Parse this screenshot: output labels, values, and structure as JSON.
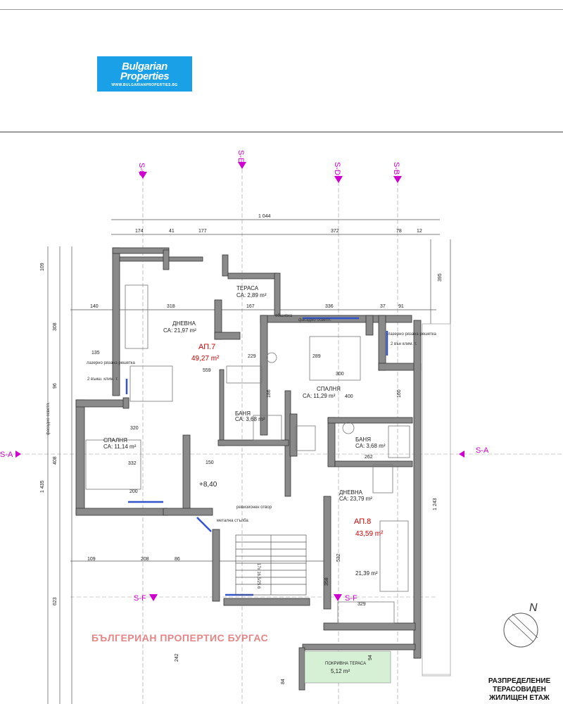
{
  "logo": {
    "line1": "Bulgarian",
    "line2": "Properties",
    "url": "WWW.BULGARIANPROPERTIES.BG"
  },
  "watermark": "БЪЛГЕРИАН ПРОПЕРТИС БУРГАС",
  "caption": {
    "line1": "РАЗПРЕДЕЛЕНИЕ",
    "line2": "ТЕРАСОВИДЕН",
    "line3": "ЖИЛИЩЕН ЕТАЖ"
  },
  "north": "N",
  "sections": {
    "sc": "S-C",
    "se": "S-E",
    "sd": "S-D",
    "sb": "S-B",
    "sa_left": "S-A",
    "sa_right": "S-A",
    "sf_left": "S-F",
    "sf_right": "S-F"
  },
  "apartments": {
    "ap7_label": "АП.7",
    "ap7_area": "49,27 m²",
    "ap8_label": "АП.8",
    "ap8_area": "43,59 m²"
  },
  "rooms": {
    "terasa_name": "ТЕРАСА",
    "terasa_area": "СА: 2,89 m²",
    "dnevna7_name": "ДНЕВНА",
    "dnevna7_area": "СА: 21,97 m²",
    "spalnya8_name": "СПАЛНЯ",
    "spalnya8_area": "СА: 11,29 m²",
    "banya7_name": "БАНЯ",
    "banya7_area": "СА: 3,68 m²",
    "spalnya7_name": "СПАЛНЯ",
    "spalnya7_area": "СА: 11,14 m²",
    "banya8_name": "БАНЯ",
    "banya8_area": "СА: 3,68 m²",
    "dnevna8_name": "ДНЕВНА",
    "dnevna8_area": "СА: 23,79 m²",
    "pokrivna_name": "ПОКРИВНА ТЕРАСА",
    "pokrivna_area": "5,12 m²",
    "extra_area": "21,39 m²",
    "level": "+8,40",
    "revision": "ревизионен отвор",
    "metal_stair": "метална стълба",
    "facade_light_1": "фасадно осветл.",
    "facade_light_2": "фасадно осветл.",
    "laser_grate_1": "лазерно рязана решетка",
    "laser_grate_2": "лазерно рязана решетка",
    "clim_1": "2 външ. клим. т.",
    "clim_2": "2 вън клим. т.",
    "frame": "обшивка",
    "steps": "17x 16.5/25.6"
  },
  "dims": {
    "total": "1 044",
    "d174": "174",
    "d41": "41",
    "d177": "177",
    "d372": "372",
    "d78": "78",
    "d12": "12",
    "d140": "140",
    "d318": "318",
    "d167": "167",
    "d336": "336",
    "d37": "37",
    "d91": "91",
    "d135": "135",
    "d559": "559",
    "d229": "229",
    "d289": "289",
    "d300": "300",
    "d400": "400",
    "d320": "320",
    "d332": "332",
    "d150": "150",
    "d262": "262",
    "d200": "200",
    "d109": "109",
    "d208": "208",
    "d86": "86",
    "d329": "329",
    "v109": "109",
    "v308": "308",
    "v96": "96",
    "v408": "408",
    "v1435": "1 435",
    "v623": "623",
    "v242": "242",
    "v1243": "1 243",
    "v395": "395",
    "v186": "186",
    "v160": "160",
    "v532": "532",
    "v358": "358",
    "v94": "94",
    "v84": "84"
  },
  "colors": {
    "wall": "#8a8a8a",
    "section_marker": "#d000d0",
    "terrace": "#d6f0d6",
    "watermark": "#e07070",
    "logo_bg": "#1aa0e6"
  }
}
